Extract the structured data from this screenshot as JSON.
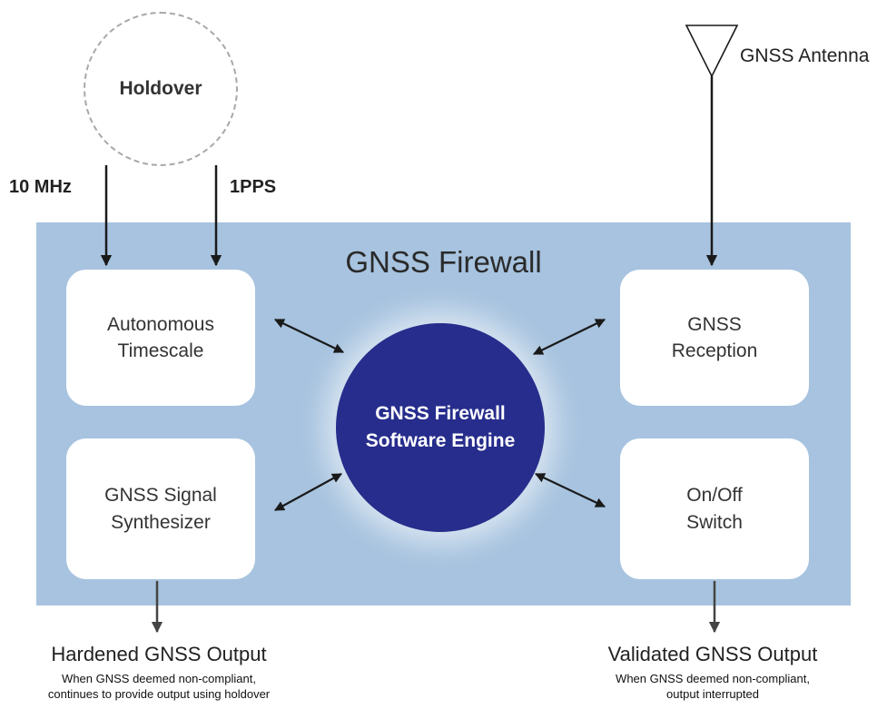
{
  "holdover": {
    "label": "Holdover"
  },
  "inputs": {
    "ten_mhz": "10 MHz",
    "pps": "1PPS",
    "antenna": "GNSS Antenna"
  },
  "firewall": {
    "title": "GNSS Firewall"
  },
  "blocks": {
    "timescale": "Autonomous\nTimescale",
    "synthesizer": "GNSS Signal\nSynthesizer",
    "reception": "GNSS\nReception",
    "switch": "On/Off\nSwitch"
  },
  "engine": {
    "label": "GNSS Firewall\nSoftware Engine"
  },
  "outputs": {
    "hardened": {
      "title": "Hardened GNSS Output",
      "note": "When GNSS deemed non-compliant,\ncontinues to provide output using holdover"
    },
    "validated": {
      "title": "Validated GNSS Output",
      "note": "When GNSS deemed non-compliant,\noutput interrupted"
    }
  },
  "colors": {
    "firewall_bg": "#a7c3df",
    "engine_bg": "#262d8c",
    "box_bg": "#ffffff",
    "arrow": "#1a1a1a"
  }
}
